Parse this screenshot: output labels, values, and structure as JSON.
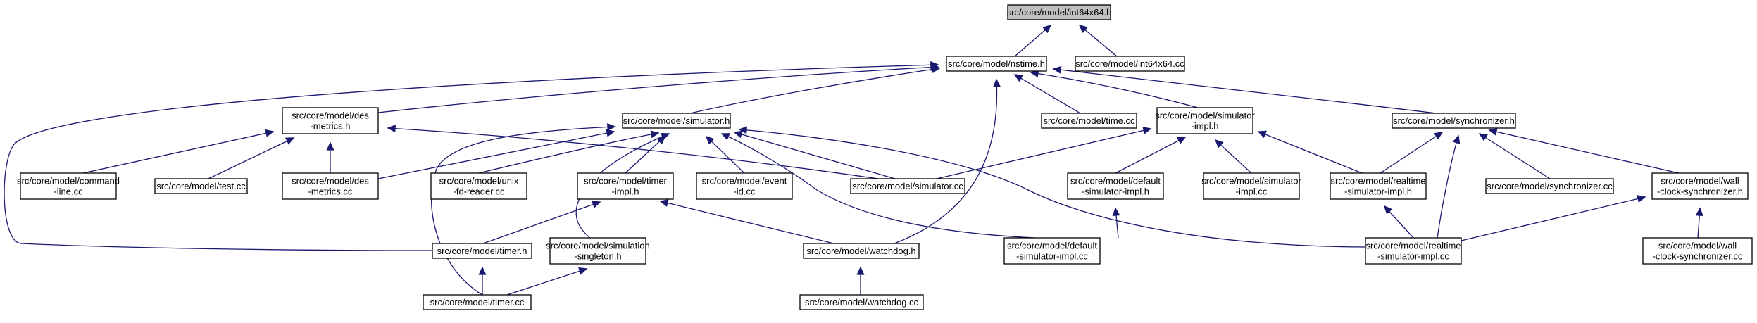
{
  "graph": {
    "root_fill": "#bfbfbf",
    "node_fill": "#ffffff",
    "edge_color": "#191970",
    "nodes": [
      {
        "id": "int64x64h",
        "lines": [
          "src/core/model/int64x64.h"
        ],
        "root": true
      },
      {
        "id": "nstimeh",
        "lines": [
          "src/core/model/nstime.h"
        ]
      },
      {
        "id": "int64x64cc",
        "lines": [
          "src/core/model/int64x64.cc"
        ]
      },
      {
        "id": "desmetricsh",
        "lines": [
          "src/core/model/des",
          "-metrics.h"
        ]
      },
      {
        "id": "simulatorh",
        "lines": [
          "src/core/model/simulator.h"
        ]
      },
      {
        "id": "timecc",
        "lines": [
          "src/core/model/time.cc"
        ]
      },
      {
        "id": "simimplh",
        "lines": [
          "src/core/model/simulator",
          "-impl.h"
        ]
      },
      {
        "id": "synchronizerh",
        "lines": [
          "src/core/model/synchronizer.h"
        ]
      },
      {
        "id": "commandlinecc",
        "lines": [
          "src/core/model/command",
          "-line.cc"
        ]
      },
      {
        "id": "testcc",
        "lines": [
          "src/core/model/test.cc"
        ]
      },
      {
        "id": "desmetricscc",
        "lines": [
          "src/core/model/des",
          "-metrics.cc"
        ]
      },
      {
        "id": "unixfdreadercc",
        "lines": [
          "src/core/model/unix",
          "-fd-reader.cc"
        ]
      },
      {
        "id": "timerimplh",
        "lines": [
          "src/core/model/timer",
          "-impl.h"
        ]
      },
      {
        "id": "eventidcc",
        "lines": [
          "src/core/model/event",
          "-id.cc"
        ]
      },
      {
        "id": "simulatorcc",
        "lines": [
          "src/core/model/simulator.cc"
        ]
      },
      {
        "id": "defsimimplh",
        "lines": [
          "src/core/model/default",
          "-simulator-impl.h"
        ]
      },
      {
        "id": "simimplcc",
        "lines": [
          "src/core/model/simulator",
          "-impl.cc"
        ]
      },
      {
        "id": "rtsimimplh",
        "lines": [
          "src/core/model/realtime",
          "-simulator-impl.h"
        ]
      },
      {
        "id": "synchronizercc",
        "lines": [
          "src/core/model/synchronizer.cc"
        ]
      },
      {
        "id": "wallclockh",
        "lines": [
          "src/core/model/wall",
          "-clock-synchronizer.h"
        ]
      },
      {
        "id": "timerh",
        "lines": [
          "src/core/model/timer.h"
        ]
      },
      {
        "id": "simsingletonh",
        "lines": [
          "src/core/model/simulation",
          "-singleton.h"
        ]
      },
      {
        "id": "watchdogh",
        "lines": [
          "src/core/model/watchdog.h"
        ]
      },
      {
        "id": "defsimimplcc",
        "lines": [
          "src/core/model/default",
          "-simulator-impl.cc"
        ]
      },
      {
        "id": "rtsimimplcc",
        "lines": [
          "src/core/model/realtime",
          "-simulator-impl.cc"
        ]
      },
      {
        "id": "wallclockcc",
        "lines": [
          "src/core/model/wall",
          "-clock-synchronizer.cc"
        ]
      },
      {
        "id": "timercc",
        "lines": [
          "src/core/model/timer.cc"
        ]
      },
      {
        "id": "watchdogcc",
        "lines": [
          "src/core/model/watchdog.cc"
        ]
      }
    ],
    "edges": [
      {
        "from": "nstimeh",
        "to": "int64x64h"
      },
      {
        "from": "int64x64cc",
        "to": "int64x64h"
      },
      {
        "from": "desmetricsh",
        "to": "nstimeh"
      },
      {
        "from": "simulatorh",
        "to": "nstimeh"
      },
      {
        "from": "timecc",
        "to": "nstimeh"
      },
      {
        "from": "simimplh",
        "to": "nstimeh"
      },
      {
        "from": "synchronizerh",
        "to": "nstimeh"
      },
      {
        "from": "timerh",
        "to": "nstimeh"
      },
      {
        "from": "watchdogh",
        "to": "nstimeh"
      },
      {
        "from": "commandlinecc",
        "to": "desmetricsh"
      },
      {
        "from": "testcc",
        "to": "desmetricsh"
      },
      {
        "from": "desmetricscc",
        "to": "desmetricsh"
      },
      {
        "from": "simulatorcc",
        "to": "desmetricsh"
      },
      {
        "from": "desmetricscc",
        "to": "simulatorh"
      },
      {
        "from": "unixfdreadercc",
        "to": "simulatorh"
      },
      {
        "from": "timerimplh",
        "to": "simulatorh"
      },
      {
        "from": "eventidcc",
        "to": "simulatorh"
      },
      {
        "from": "simulatorcc",
        "to": "simulatorh"
      },
      {
        "from": "simsingletonh",
        "to": "simulatorh"
      },
      {
        "from": "timercc",
        "to": "simulatorh"
      },
      {
        "from": "defsimimplcc",
        "to": "simulatorh"
      },
      {
        "from": "rtsimimplcc",
        "to": "simulatorh"
      },
      {
        "from": "simulatorcc",
        "to": "simimplh"
      },
      {
        "from": "defsimimplh",
        "to": "simimplh"
      },
      {
        "from": "simimplcc",
        "to": "simimplh"
      },
      {
        "from": "rtsimimplh",
        "to": "simimplh"
      },
      {
        "from": "rtsimimplh",
        "to": "synchronizerh"
      },
      {
        "from": "synchronizercc",
        "to": "synchronizerh"
      },
      {
        "from": "wallclockh",
        "to": "synchronizerh"
      },
      {
        "from": "rtsimimplcc",
        "to": "synchronizerh"
      },
      {
        "from": "defsimimplcc",
        "to": "defsimimplh"
      },
      {
        "from": "rtsimimplcc",
        "to": "rtsimimplh"
      },
      {
        "from": "rtsimimplcc",
        "to": "wallclockh"
      },
      {
        "from": "wallclockcc",
        "to": "wallclockh"
      },
      {
        "from": "timerh",
        "to": "timerimplh"
      },
      {
        "from": "watchdogh",
        "to": "timerimplh"
      },
      {
        "from": "timercc",
        "to": "timerh"
      },
      {
        "from": "timercc",
        "to": "simsingletonh"
      },
      {
        "from": "watchdogcc",
        "to": "watchdogh"
      }
    ]
  }
}
